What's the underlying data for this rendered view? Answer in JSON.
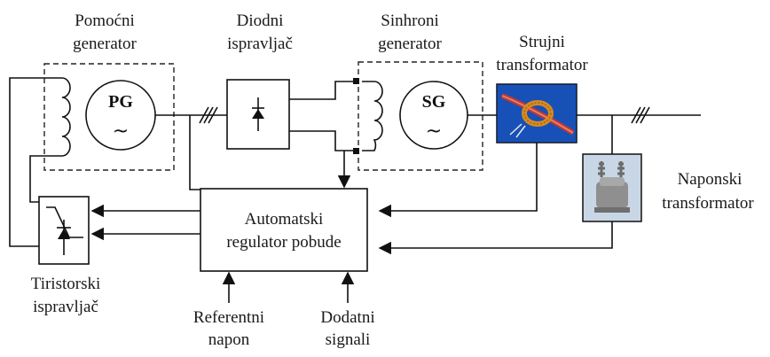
{
  "labels": {
    "pg_title_1": "Pomoćni",
    "pg_title_2": "generator",
    "pg_symbol": "PG",
    "diode_title_1": "Diodni",
    "diode_title_2": "ispravljač",
    "sg_title_1": "Sinhroni",
    "sg_title_2": "generator",
    "sg_symbol": "SG",
    "ct_title_1": "Strujni",
    "ct_title_2": "transformator",
    "vt_title_1": "Naponski",
    "vt_title_2": "transformator",
    "avr_1": "Automatski",
    "avr_2": "regulator pobude",
    "thy_title_1": "Tiristorski",
    "thy_title_2": "ispravljač",
    "ref_1": "Referentni",
    "ref_2": "napon",
    "add_1": "Dodatni",
    "add_2": "signali",
    "ac_symbol": "~"
  },
  "colors": {
    "line": "#111111",
    "ct_background": "#1e5bc6",
    "ct_cable": "#c0392b",
    "ct_core": "#d98a1f",
    "vt_background": "#c9d6e6"
  },
  "icons": [
    "current-transformer-photo-icon",
    "voltage-transformer-photo-icon",
    "diode-icon",
    "thyristor-icon"
  ]
}
